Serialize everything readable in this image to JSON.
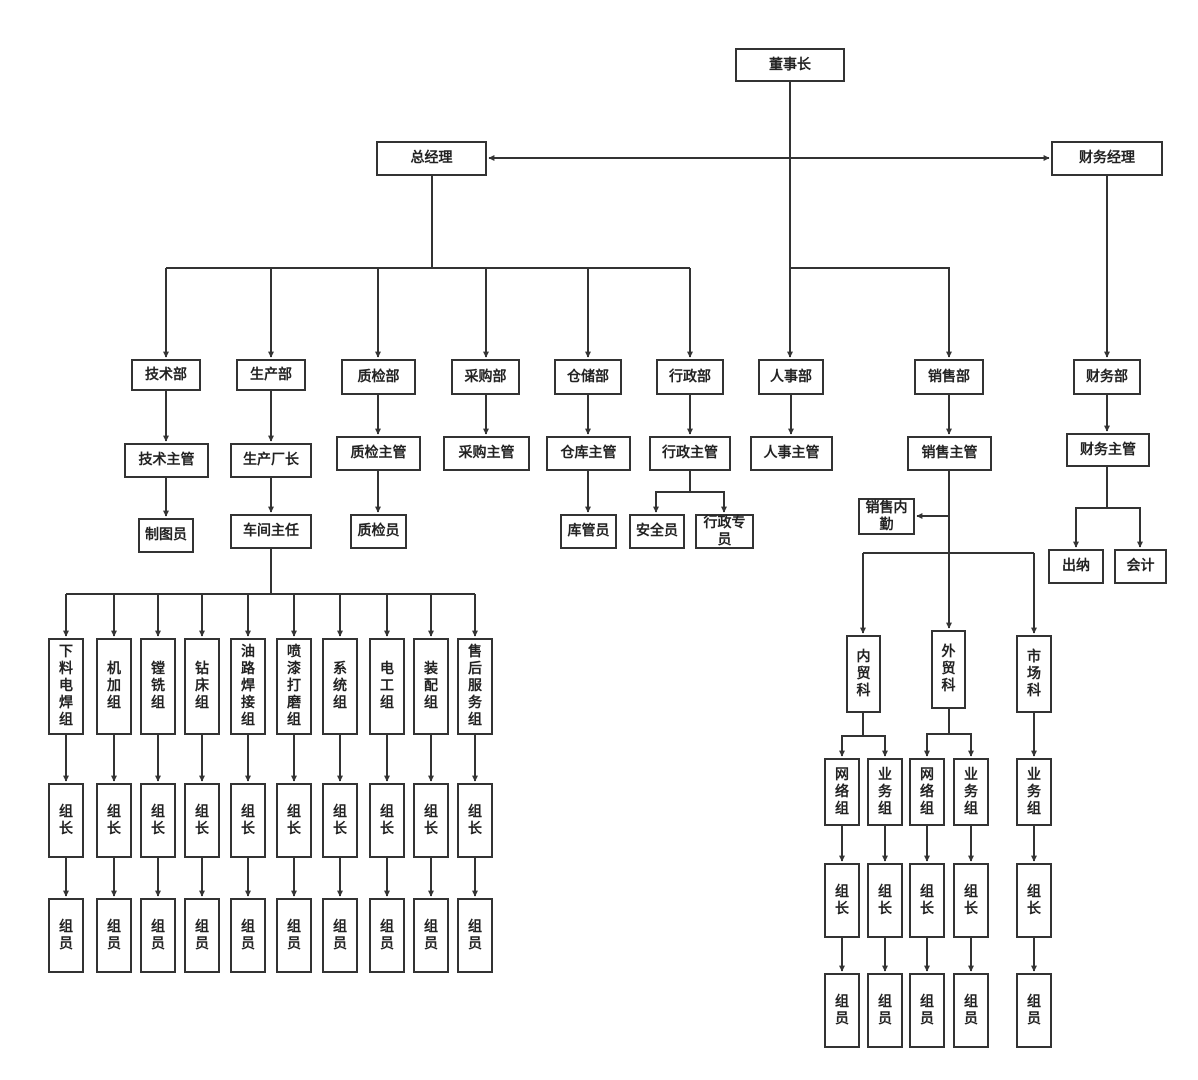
{
  "colors": {
    "line": "#333333",
    "border": "#333333",
    "text": "#222222",
    "background": "#ffffff"
  },
  "nodes": {
    "chairman": "董事长",
    "gm": "总经理",
    "finance_manager": "财务经理",
    "tech_dept": "技术部",
    "prod_dept": "生产部",
    "qc_dept": "质检部",
    "purchase_dept": "采购部",
    "storage_dept": "仓储部",
    "admin_dept": "行政部",
    "hr_dept": "人事部",
    "sales_dept": "销售部",
    "finance_dept": "财务部",
    "tech_supervisor": "技术主管",
    "factory_director": "生产厂长",
    "qc_supervisor": "质检主管",
    "purchase_supervisor": "采购主管",
    "storage_supervisor": "仓库主管",
    "admin_supervisor": "行政主管",
    "hr_supervisor": "人事主管",
    "sales_supervisor": "销售主管",
    "finance_supervisor": "财务主管",
    "drafter": "制图员",
    "workshop_director": "车间主任",
    "qc_staff": "质检员",
    "warehouse_keeper": "库管员",
    "safety_officer": "安全员",
    "admin_specialist": "行政专员",
    "sales_internal": "销售内勤",
    "cashier": "出纳",
    "accountant": "会计",
    "domestic_trade": "内贸科",
    "foreign_trade": "外贸科",
    "marketing": "市场科"
  },
  "workshop_groups": [
    "下料电焊组",
    "机加组",
    "镗铣组",
    "钻床组",
    "油路焊接组",
    "喷漆打磨组",
    "系统组",
    "电工组",
    "装配组",
    "售后服务组"
  ],
  "sales_groups": [
    {
      "name": "网络组",
      "dept": "内贸科"
    },
    {
      "name": "业务组",
      "dept": "内贸科"
    },
    {
      "name": "网络组",
      "dept": "外贸科"
    },
    {
      "name": "业务组",
      "dept": "外贸科"
    },
    {
      "name": "业务组",
      "dept": "市场科"
    }
  ],
  "leader_label": "组长",
  "member_label": "组员"
}
